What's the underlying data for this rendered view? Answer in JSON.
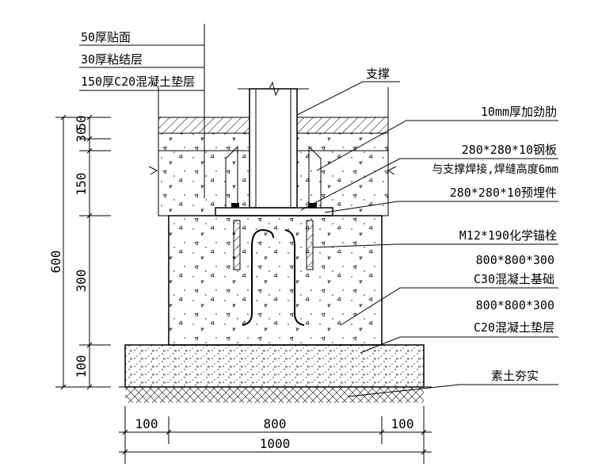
{
  "layers_labels": [
    "50厚贴面",
    "30厚粘结层",
    "150厚C20混凝土垫层"
  ],
  "support_label": "支撑",
  "right_labels": {
    "stiffener": "10mm厚加劲肋",
    "plate_1": "280*280*10钢板",
    "plate_2": "与支撑焊接,焊缝高度6mm",
    "embed": "280*280*10预埋件",
    "anchor": "M12*190化学锚栓",
    "foundation_1": "800*800*300",
    "foundation_2": "C30混凝土基础",
    "bedding_1": "800*800*300",
    "bedding_2": "C20混凝土垫层",
    "soil": "素土夯实"
  },
  "vertical_dims": {
    "total": "600",
    "d30": "30",
    "d50": "50",
    "d150": "150",
    "d300": "300",
    "d100": "100"
  },
  "horizontal_dims": {
    "left": "100",
    "mid": "800",
    "right": "100",
    "total": "1000"
  }
}
